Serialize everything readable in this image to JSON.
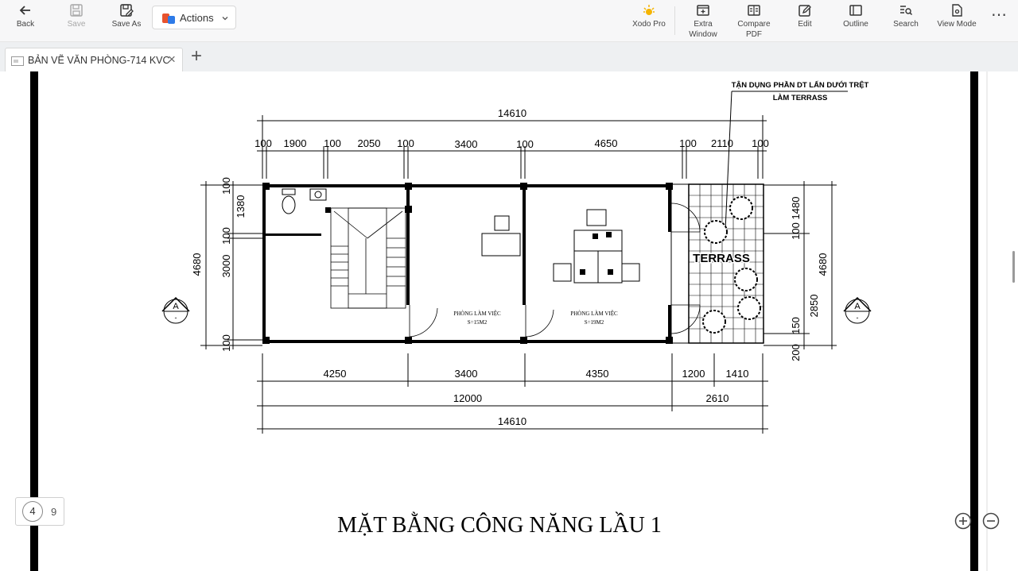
{
  "toolbar": {
    "back": "Back",
    "save": "Save",
    "save_as": "Save As",
    "actions": "Actions",
    "xodo_pro": "Xodo Pro",
    "extra_window_1": "Extra",
    "extra_window_2": "Window",
    "compare_1": "Compare",
    "compare_2": "PDF",
    "edit": "Edit",
    "outline": "Outline",
    "search": "Search",
    "view_mode": "View Mode",
    "more": "⋯"
  },
  "tab": {
    "title": "BẢN VẼ VĂN PHÒNG-714 KVC",
    "close": "×",
    "add": "+"
  },
  "page": {
    "current": "4",
    "total": "9"
  },
  "drawing": {
    "title": "MẶT BẰNG CÔNG NĂNG LẦU 1",
    "note_line1": "TẬN DỤNG PHẦN DT LẤN DƯỚI TRỆT",
    "note_line2": "LÀM TERRASS",
    "terrace_label": "TERRASS",
    "room1_name": "PHÒNG LÀM VIỆC",
    "room1_area": "S=15M2",
    "room2_name": "PHÒNG LÀM VIỆC",
    "room2_area": "S=19M2",
    "section_marker": "A",
    "section_marker_sub": "-",
    "dims_top_total": "14610",
    "dims_top": [
      "100",
      "1900",
      "100",
      "2050",
      "100",
      "3400",
      "100",
      "4650",
      "100",
      "2110",
      "100"
    ],
    "dims_bottom_row1": [
      "4250",
      "3400",
      "4350",
      "1200",
      "1410"
    ],
    "dims_bottom_row2": [
      "12000",
      "2610"
    ],
    "dims_bottom_total": "14610",
    "dims_left": [
      "100",
      "1380",
      "100",
      "3000",
      "100"
    ],
    "dims_left_total": "4680",
    "dims_right": [
      "100",
      "1480",
      "2850",
      "150",
      "200"
    ],
    "dims_right_total": "4680"
  }
}
